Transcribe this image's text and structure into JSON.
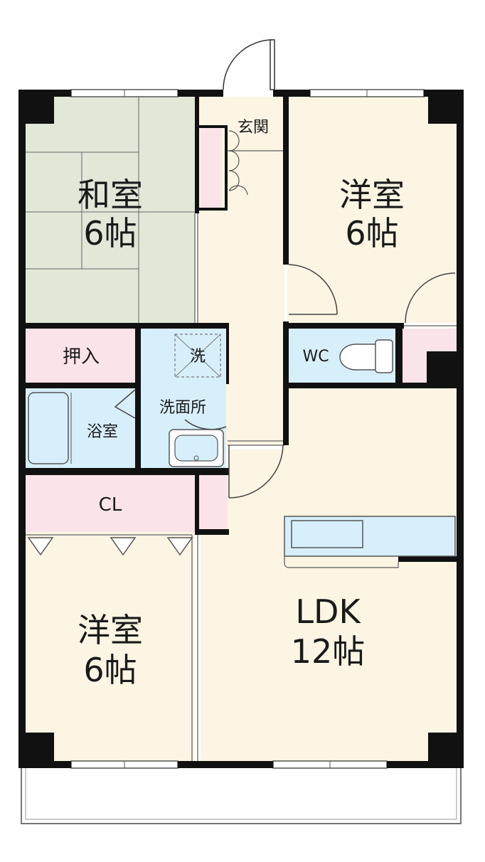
{
  "rooms": {
    "washitsu": {
      "name": "和室",
      "size": "6帖"
    },
    "yoshitsu_ne": {
      "name": "洋室",
      "size": "6帖"
    },
    "yoshitsu_sw": {
      "name": "洋室",
      "size": "6帖"
    },
    "ldk": {
      "name": "LDK",
      "size": "12帖"
    }
  },
  "labels": {
    "genkan": "玄関",
    "oshiire": "押入",
    "yokushitsu": "浴室",
    "senmenjo": "洗面所",
    "sentaku": "洗",
    "wc": "WC",
    "closet": "CL"
  },
  "colors": {
    "wall": "#111111",
    "tatami": "#e1e8d8",
    "floor": "#fdf5e4",
    "storage": "#fbe3ea",
    "wet": "#d6effa",
    "line": "#555555"
  }
}
